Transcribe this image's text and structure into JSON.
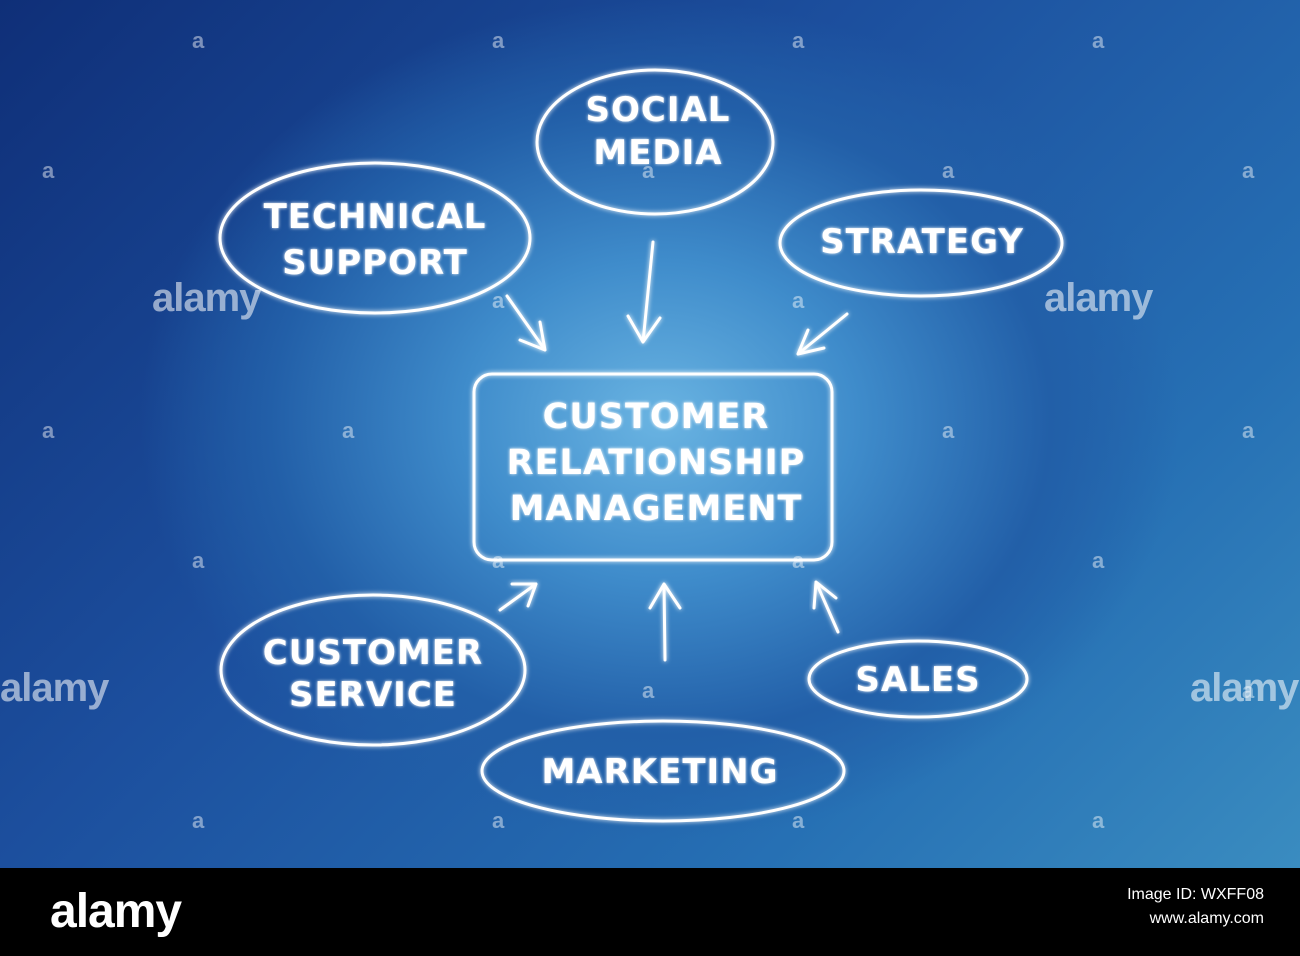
{
  "diagram": {
    "center": [
      "CUSTOMER",
      "RELATIONSHIP",
      "MANAGEMENT"
    ],
    "nodes": {
      "social_media": [
        "SOCIAL",
        "MEDIA"
      ],
      "technical_support": [
        "TECHNICAL",
        "SUPPORT"
      ],
      "strategy": [
        "STRATEGY"
      ],
      "customer_service": [
        "CUSTOMER",
        "SERVICE"
      ],
      "marketing": [
        "MARKETING"
      ],
      "sales": [
        "SALES"
      ]
    }
  },
  "watermark": {
    "text": "alamy",
    "letter": "a"
  },
  "footer": {
    "logo": "alamy",
    "image_id": "Image ID: WXFF08",
    "url": "www.alamy.com"
  },
  "colors": {
    "accent": "#ffffff",
    "background_dark": "#0f2f78",
    "background_light": "#6ab4e2"
  }
}
